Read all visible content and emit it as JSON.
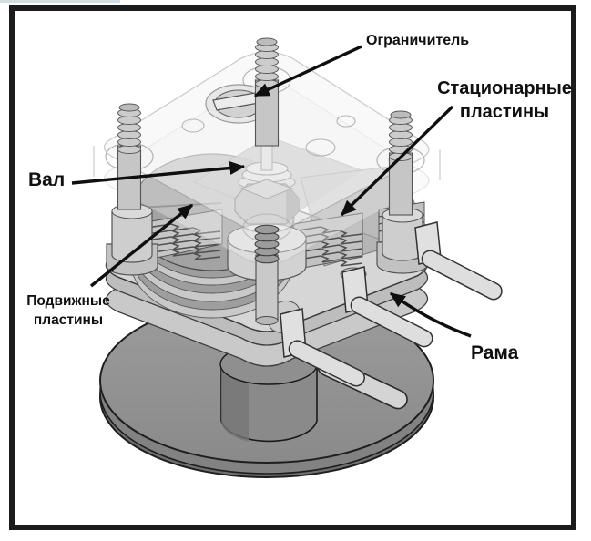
{
  "figure": {
    "type": "technical-illustration",
    "subject": "variable capacitor construction diagram",
    "labels": {
      "limiter": "Ограничитель",
      "stationary_line1": "Стационарные",
      "stationary_line2": "пластины",
      "shaft": "Вал",
      "movable_line1": "Подвижные",
      "movable_line2": "пластины",
      "frame": "Рама"
    },
    "colors": {
      "border": "#1c1c1c",
      "background": "#ffffff",
      "label_text": "#101010",
      "arrow": "#0f0f0f",
      "metal_light": "#d6d6d6",
      "metal_mid": "#b0b0b0",
      "metal_dark": "#8a8a8a",
      "disc": "#949494",
      "cover_glass": "#f0f0f0"
    }
  }
}
